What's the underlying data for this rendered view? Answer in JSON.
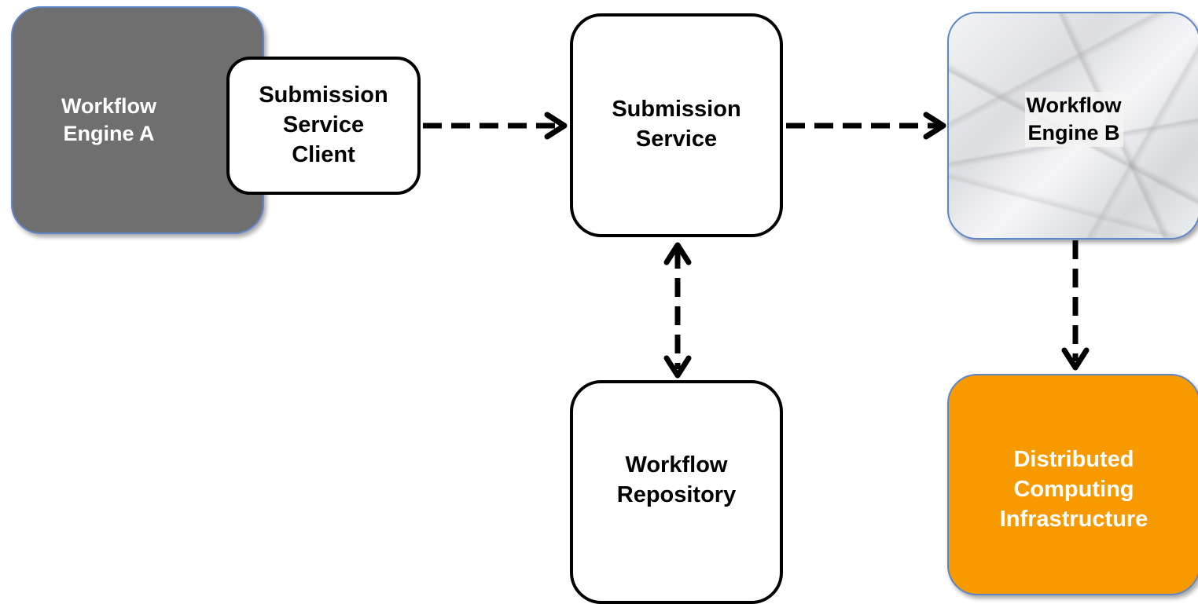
{
  "nodes": {
    "workflow_engine_a": {
      "label": "Workflow\nEngine A",
      "color": "#6f6f6f"
    },
    "submission_service_client": {
      "label": "Submission\nService\nClient"
    },
    "submission_service": {
      "label": "Submission\nService"
    },
    "workflow_engine_b": {
      "label": "Workflow\nEngine B"
    },
    "workflow_repository": {
      "label": "Workflow\nRepository"
    },
    "distributed_computing_infrastructure": {
      "label": "Distributed\nComputing\nInfrastructure",
      "color": "#f79a00"
    }
  },
  "edges": [
    {
      "from": "submission_service_client",
      "to": "submission_service",
      "style": "dashed",
      "direction": "forward"
    },
    {
      "from": "submission_service",
      "to": "workflow_engine_b",
      "style": "dashed",
      "direction": "forward"
    },
    {
      "from": "submission_service",
      "to": "workflow_repository",
      "style": "dashed",
      "direction": "both"
    },
    {
      "from": "workflow_engine_b",
      "to": "distributed_computing_infrastructure",
      "style": "dashed",
      "direction": "forward"
    }
  ]
}
